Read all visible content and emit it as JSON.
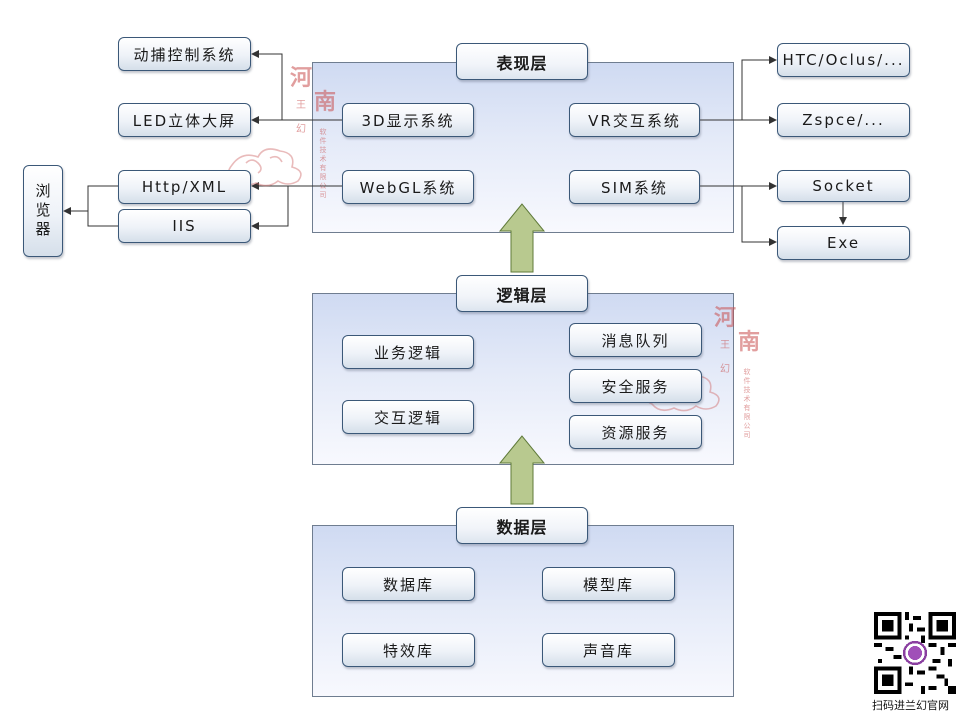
{
  "layers": {
    "presentation": {
      "title": "表现层",
      "modules": {
        "display3d": "3D显示系统",
        "vr": "VR交互系统",
        "webgl": "WebGL系统",
        "sim": "SIM系统"
      }
    },
    "logic": {
      "title": "逻辑层",
      "modules": {
        "business": "业务逻辑",
        "interaction": "交互逻辑",
        "mq": "消息队列",
        "security": "安全服务",
        "resource": "资源服务"
      }
    },
    "data": {
      "title": "数据层",
      "modules": {
        "db": "数据库",
        "model": "模型库",
        "effects": "特效库",
        "sound": "声音库"
      }
    }
  },
  "external": {
    "mocap": "动捕控制系统",
    "led": "LED立体大屏",
    "http": "Http/XML",
    "iis": "IIS",
    "browser": "浏览器",
    "htc": "HTC/Oclus/...",
    "zspce": "Zspce/...",
    "socket": "Socket",
    "exe": "Exe"
  },
  "watermark": {
    "line1": "河",
    "line2": "南",
    "seal1": "王",
    "seal2": "幻",
    "company": "软件技术有限公司"
  },
  "qr_caption": "扫码进兰幻官网",
  "colors": {
    "layer_fill": "#dbe3f5",
    "box_border": "#3b5878",
    "arrow_fill": "#b5c88a",
    "line": "#333333"
  }
}
